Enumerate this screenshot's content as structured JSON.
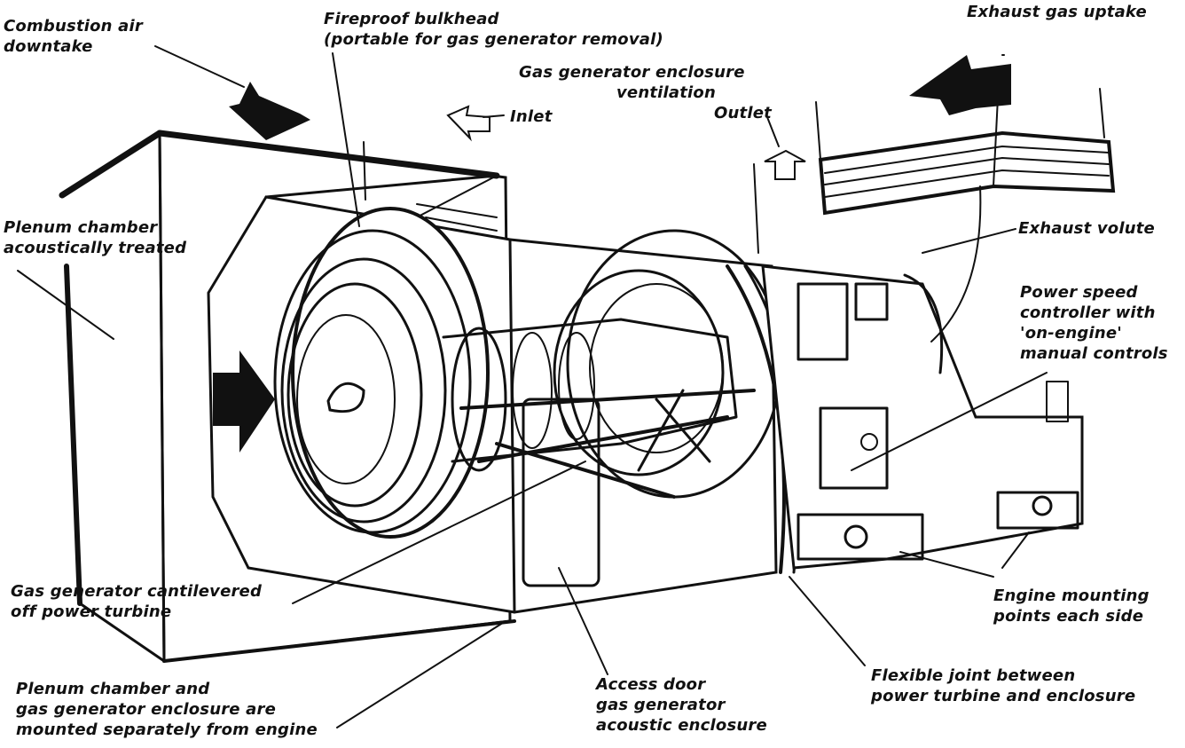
{
  "colors": {
    "ink": "#111111",
    "paper": "#ffffff"
  },
  "labels": {
    "combustion_air": [
      "Combustion air",
      "downtake"
    ],
    "fireproof_bulkhead": [
      "Fireproof bulkhead",
      "(portable for gas generator removal)"
    ],
    "exhaust_uptake": [
      "Exhaust gas uptake"
    ],
    "ventilation": [
      "Gas generator enclosure",
      "ventilation"
    ],
    "inlet": [
      "Inlet"
    ],
    "outlet": [
      "Outlet"
    ],
    "plenum": [
      "Plenum chamber",
      "acoustically treated"
    ],
    "exhaust_volute": [
      "Exhaust volute"
    ],
    "power_speed": [
      "Power speed",
      "controller with",
      "'on-engine'",
      "manual controls"
    ],
    "cantilevered": [
      "Gas generator cantilevered",
      "off power turbine"
    ],
    "mounting_points": [
      "Engine mounting",
      "points each side"
    ],
    "plenum_mounted": [
      "Plenum chamber and",
      "gas generator enclosure are",
      "mounted separately from engine"
    ],
    "access_door": [
      "Access door",
      "gas generator",
      "acoustic enclosure"
    ],
    "flexible_joint": [
      "Flexible joint between",
      "power turbine and enclosure"
    ]
  }
}
